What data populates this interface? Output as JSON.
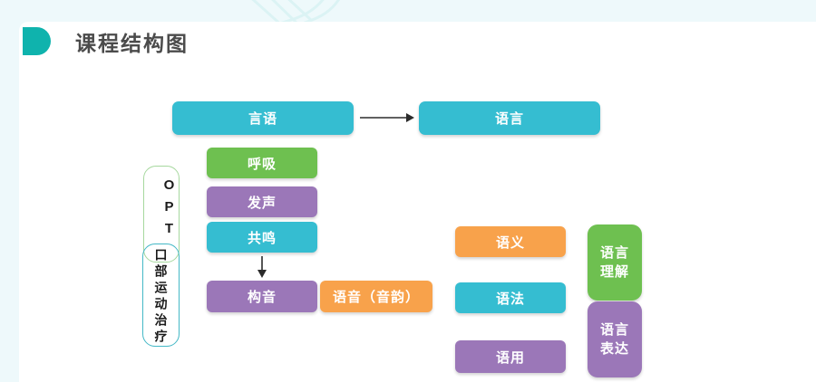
{
  "title": {
    "text": "课程结构图"
  },
  "colors": {
    "accent": "#0fb3ad",
    "teal": "#35bdd1",
    "green": "#6ec050",
    "purple": "#9b77b8",
    "orange": "#f8a24b",
    "frame": "#eef9fb",
    "title_text": "#4b4b4b"
  },
  "diagram": {
    "speech": "言语",
    "language": "语言",
    "breathing": "呼吸",
    "phonation": "发声",
    "resonance": "共鸣",
    "articulation": "构音",
    "phonology": "语音（音韵）",
    "semantics": "语义",
    "grammar": "语法",
    "pragmatics": "语用",
    "comprehension": "语言\n理解",
    "expression": "语言\n表达",
    "opt_label": "OPT",
    "opt_therapy": "口部运动治疗"
  }
}
